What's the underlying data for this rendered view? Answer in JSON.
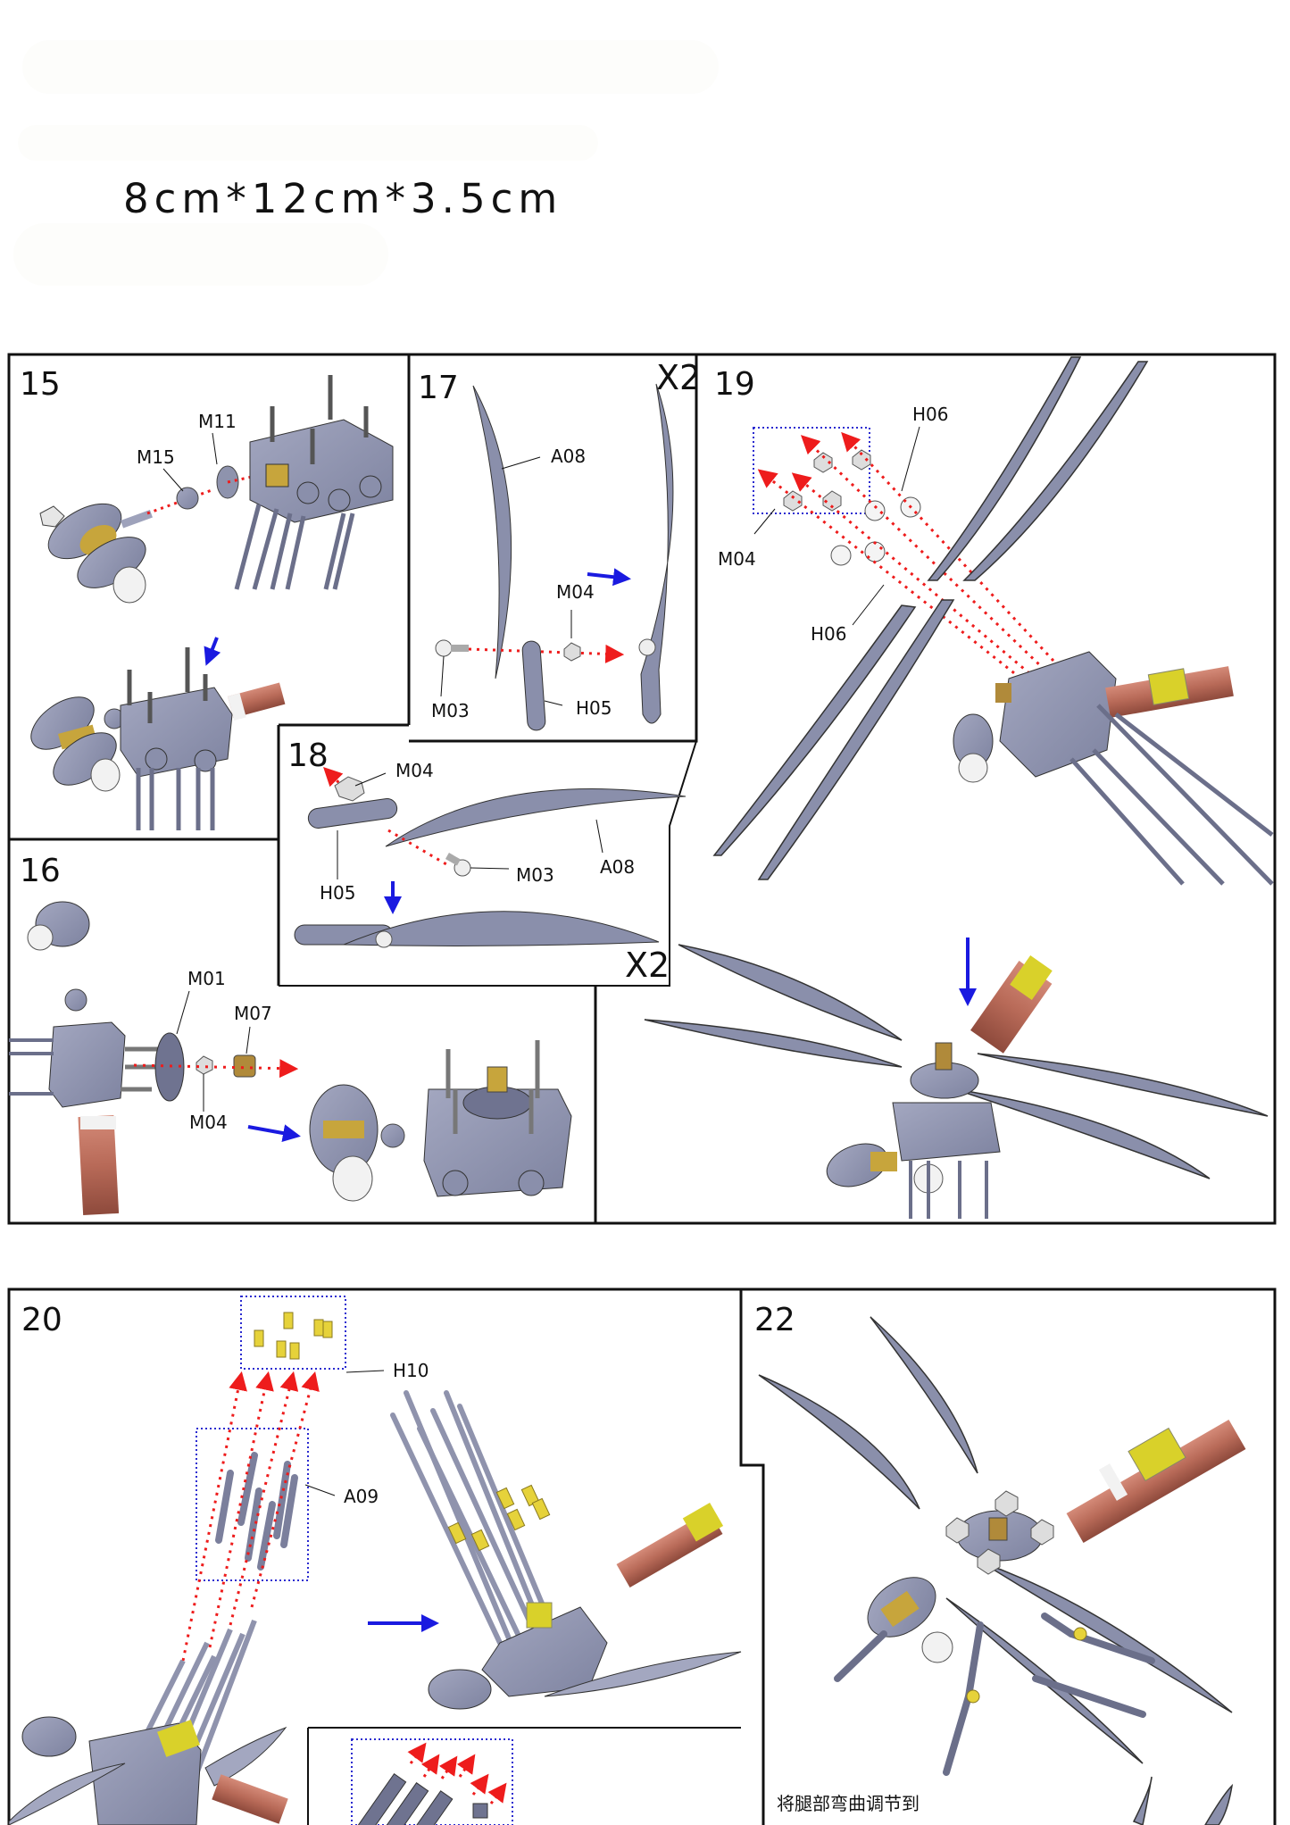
{
  "header": {
    "dimensions_text": "8cm*12cm*3.5cm"
  },
  "colors": {
    "frame": "#111111",
    "part_gray": "#8a8fab",
    "part_dark": "#5d6178",
    "brass": "#c7a53c",
    "yellow": "#d9d12a",
    "copper": "#b87060",
    "explode_arrow_red": "#ee1c1c",
    "flow_arrow_blue": "#1a1ae0",
    "selection_box_blue": "#2a2ad0"
  },
  "steps": [
    {
      "number": "15",
      "labels": [
        "M11",
        "M15"
      ]
    },
    {
      "number": "16",
      "labels": [
        "M01",
        "M07",
        "M04"
      ]
    },
    {
      "number": "17",
      "labels": [
        "A08",
        "M04",
        "M03",
        "H05"
      ],
      "multiplier": "X2"
    },
    {
      "number": "18",
      "labels": [
        "M04",
        "H05",
        "M03",
        "A08"
      ],
      "multiplier": "X2"
    },
    {
      "number": "19",
      "labels": [
        "H06",
        "M04",
        "H06"
      ]
    },
    {
      "number": "20",
      "labels": [
        "H10",
        "A09"
      ]
    },
    {
      "number": "22",
      "note": "将腿部弯曲调节到"
    }
  ]
}
